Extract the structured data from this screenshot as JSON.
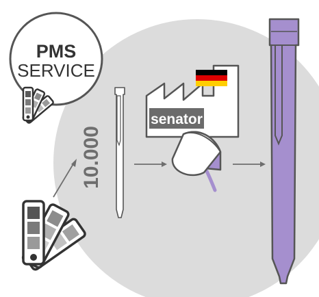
{
  "badge": {
    "title": "PMS",
    "subtitle": "SERVICE"
  },
  "quantity": "10.000",
  "factory": {
    "brand": "senator",
    "flag_colors": [
      "#000000",
      "#dd0000",
      "#ffce00"
    ]
  },
  "colors": {
    "background_circle": "#dcdcdc",
    "outline": "#555555",
    "pen_white": "#ffffff",
    "pen_purple": "#a58fce",
    "paint_purple": "#a58fce",
    "factory_fill": "#6b6b6b",
    "arrow": "#6e6e6e"
  },
  "icons": {
    "fan_deck_small": "color-fan-deck-icon",
    "fan_deck_large": "color-fan-deck-icon",
    "paint_bucket": "paint-bucket-icon",
    "factory": "factory-icon",
    "flag": "germany-flag-icon"
  }
}
